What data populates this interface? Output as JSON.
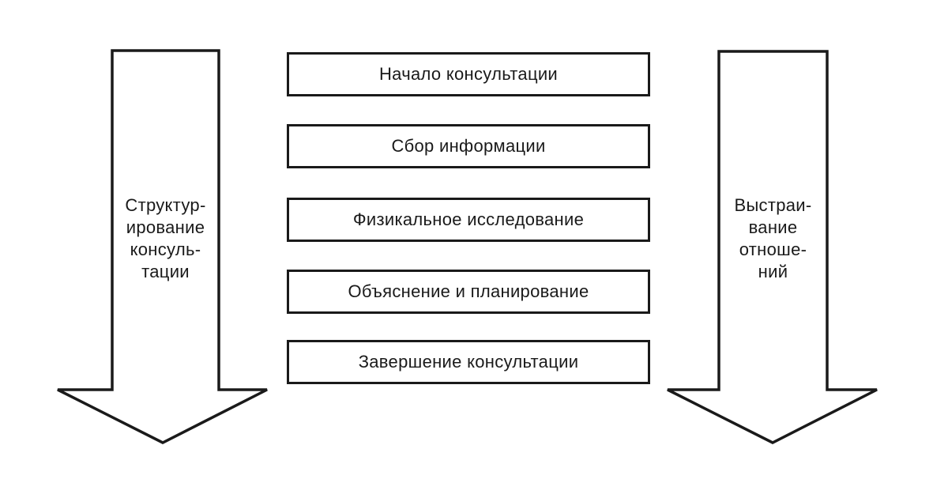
{
  "steps": [
    "Начало консультации",
    "Сбор информации",
    "Физикальное исследование",
    "Объяснение и планирование",
    "Завершение консультации"
  ],
  "left_label": {
    "lines": [
      "Структур-",
      "ирование",
      "консуль-",
      "тации"
    ]
  },
  "right_label": {
    "lines": [
      "Выстраи-",
      "вание",
      "отноше-",
      "ний"
    ]
  },
  "colors": {
    "stroke": "#1a1a1a",
    "background": "#ffffff",
    "text": "#1a1a1a"
  }
}
